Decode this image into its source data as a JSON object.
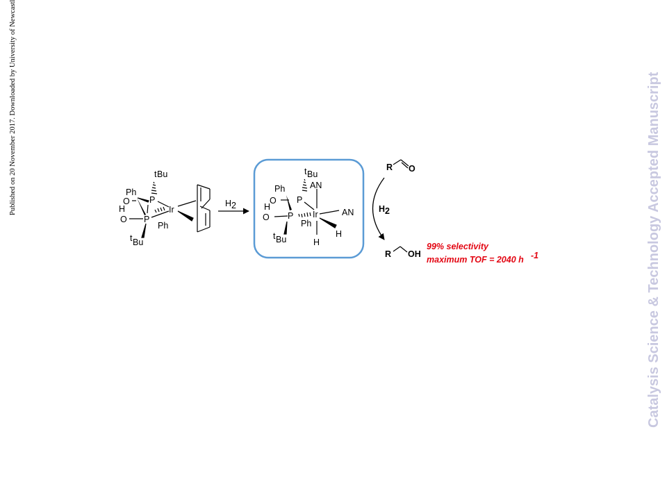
{
  "margin_text": "Published on 20 November 2017. Downloaded by University of Newcastle",
  "watermark": "Catalysis Science & Technology Accepted Manuscript",
  "colors": {
    "box_border": "#5b9bd5",
    "result_text": "#e30613",
    "watermark": "#c8c8e0"
  },
  "precursor": {
    "tbu_top": "Bu",
    "tbu_sup": "t",
    "ph1": "Ph",
    "o1": "O",
    "h": "H",
    "p1": "P",
    "ir": "Ir",
    "o2": "O",
    "p2": "P",
    "ph2": "Ph",
    "tbu_bottom": "Bu",
    "tbu_sup2": "t"
  },
  "arrow_reagent": {
    "h": "H",
    "sub": "2"
  },
  "active_catalyst": {
    "tbu_top": "Bu",
    "tbu_sup": "t",
    "an_top": "AN",
    "ph1": "Ph",
    "o1": "O",
    "h": "H",
    "p1": "P",
    "o2": "O",
    "p2": "P",
    "ir": "Ir",
    "an_right": "AN",
    "ph2": "Ph",
    "h_wedge": "H",
    "tbu_bottom": "Bu",
    "tbu_sup2": "t",
    "h_bottom": "H"
  },
  "cycle": {
    "substrate_r": "R",
    "substrate_o": "O",
    "reagent_h": "H",
    "reagent_sub": "2",
    "product_r": "R",
    "product_oh": "OH"
  },
  "results": {
    "selectivity": "99% selectivity",
    "tof": "maximum TOF = 2040 h",
    "tof_sup": "-1"
  }
}
